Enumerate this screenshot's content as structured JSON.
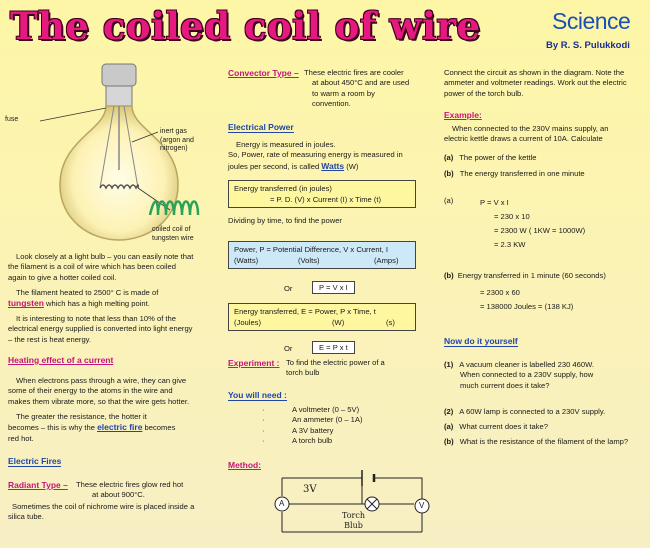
{
  "header": {
    "title": "The coiled coil of wire",
    "brand": "Science",
    "author": "By R. S. Pulukkodi"
  },
  "bulb": {
    "label_fuse": "fuse",
    "label_gas_1": "inert gas",
    "label_gas_2": "(argon and",
    "label_gas_3": "nitrogen)",
    "label_coil_1": "coiled coil of",
    "label_coil_2": "tungsten wire"
  },
  "col1": {
    "intro": [
      "Look closely at a light bulb – you can easily note that",
      "the filament is a coil of wire which has been coiled",
      "again to give a hotter coiled coil."
    ],
    "heated_a": "The filament heated to 2500° C is made of",
    "tungsten": "tungsten",
    "heated_b": " which has a high melting point.",
    "interesting": [
      "It is interesting to note that less than 10% of the",
      "electrical energy supplied is converted into light energy",
      "– the rest is heat energy."
    ],
    "heating_title": "Heating effect of a current",
    "heating_text": [
      "When electrons pass through a wire, they can give",
      "some of their energy to the atoms in the wire and",
      "makes them vibrate more, so that the wire gets hotter."
    ],
    "resistance_a": [
      "The greater the resistance, the hotter it"
    ],
    "resistance_b": "becomes – this is why the ",
    "electric_fire": "electric fire",
    "resistance_c": " becomes",
    "resistance_d": "red hot.",
    "fires_title": "Electric Fires",
    "radiant_title": "Radiant Type –",
    "radiant_text_1": "These electric fires glow red hot",
    "radiant_text_2": "at about 900°C.",
    "nichrome": [
      "Sometimes the coil of nichrome wire is placed inside a",
      "silica tube."
    ]
  },
  "col2": {
    "convector_title": "Convector Type –",
    "convector_text": [
      "These electric fires are cooler",
      "at about 450°C and are used",
      "to warm a room by",
      "convention."
    ],
    "power_title": "Electrical Power",
    "power_text_1": "Energy is measured in joules.",
    "power_text_2": "So, Power, rate of measuring energy is measured in",
    "power_text_3": "joules per second, is called ",
    "watts": "Watts",
    "watts_unit": " (W)",
    "box1_line1": "Energy transferred (in joules)",
    "box1_line2": "= P. D. (V) x Current (I) x Time (t)",
    "dividing": "Dividing by time, to find the power",
    "box2_line1": "Power, P = Potential Difference, V x Current, I",
    "box2_w": "(Watts)",
    "box2_v": "(Volts)",
    "box2_a": "(Amps)",
    "or1": "Or",
    "eq1": "P = V x I",
    "box3_line1": "Energy transferred, E = Power, P  x  Time, t",
    "box3_j": "(Joules)",
    "box3_w": "(W)",
    "box3_s": "(s)",
    "or2": "Or",
    "eq2": "E = P x t",
    "experiment_title": "Experiment :",
    "experiment_text": [
      "To find the electric power of a",
      "torch bulb"
    ],
    "need_title": "You will need :",
    "need_items": [
      "A voltmeter (0 – 5V)",
      "An ammeter (0 – 1A)",
      "A 3V battery",
      "A torch bulb"
    ],
    "method_title": "Method:",
    "circuit_battery": "3V",
    "circuit_a": "A",
    "circuit_v": "V",
    "circuit_torch_1": "Torch",
    "circuit_torch_2": "Blub"
  },
  "col3": {
    "connect_text": [
      "Connect the circuit as shown in the diagram. Note the",
      "ammeter and voltmeter readings. Work out the electric",
      "power of the torch bulb."
    ],
    "example_title": "Example:",
    "example_text": [
      "When connected to the 230V mains supply, an",
      "electric kettle draws a current of 10A. Calculate"
    ],
    "qa_label": "(a)",
    "qa_text": "The power of the kettle",
    "qb_label": "(b)",
    "qb_text": "The energy transferred in one minute",
    "sa_label": "(a)",
    "sa_lines": [
      "P = V x I",
      "= 230 x 10",
      "= 2300 W ( 1KW = 1000W)",
      "= 2.3 KW"
    ],
    "sb_label": "(b)",
    "sb_text": "Energy transferred in 1 minute (60 seconds)",
    "sb_lines": [
      "= 2300 x 60",
      "= 138000 Joules = (138 KJ)"
    ],
    "now_title": "Now do it yourself",
    "q1_label": "(1)",
    "q1_text": [
      "A vacuum cleaner is labelled 230 460W.",
      "When connected to a 230V supply, how",
      "much current does it take?"
    ],
    "q2_label": "(2)",
    "q2_text": "A 60W lamp is connected to a 230V supply.",
    "q2a_label": "(a)",
    "q2a_text": "What current does it take?",
    "q2b_label": "(b)",
    "q2b_text": "What is the resistance of the filament of the lamp?"
  },
  "colors": {
    "title": "#e6197e",
    "heading_pink": "#c2167a",
    "heading_blue": "#1f46a8",
    "box_yellow": "#fff7a0",
    "box_blue": "#cde8f6"
  }
}
